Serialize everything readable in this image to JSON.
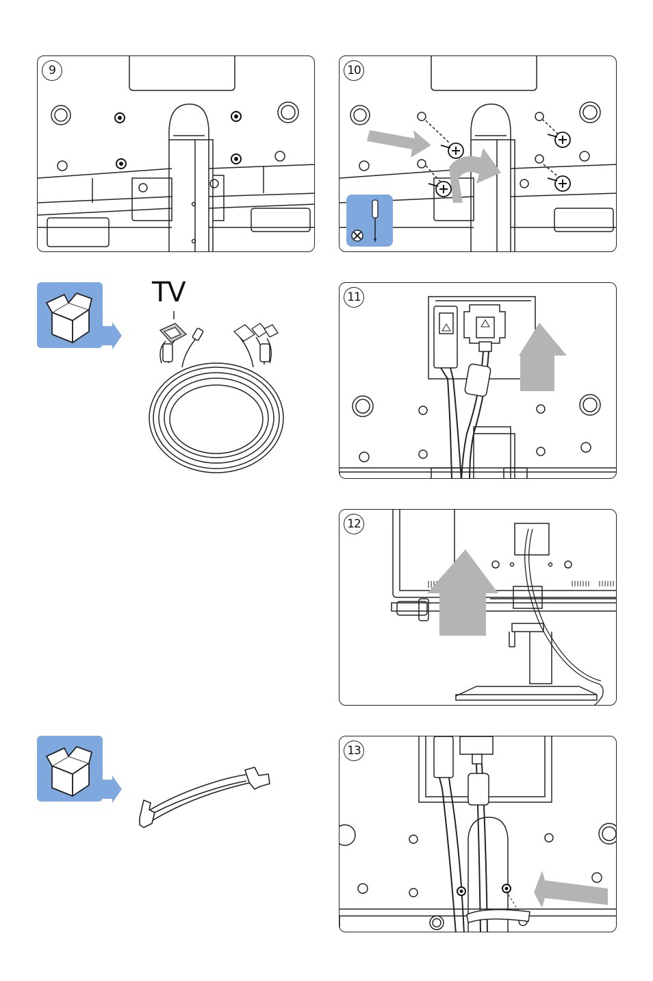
{
  "steps": [
    {
      "number": "9"
    },
    {
      "number": "10"
    },
    {
      "number": "11"
    },
    {
      "number": "12"
    },
    {
      "number": "13"
    }
  ],
  "cable_kit": {
    "tv_label": "TV"
  },
  "colors": {
    "accent_blue": "#7fa8df",
    "arrow_gray": "#b4b4b4",
    "line": "#222222"
  },
  "icons": [
    "package-box-icon",
    "screwdriver-icon",
    "no-entry-icon",
    "up-arrow-icon"
  ]
}
